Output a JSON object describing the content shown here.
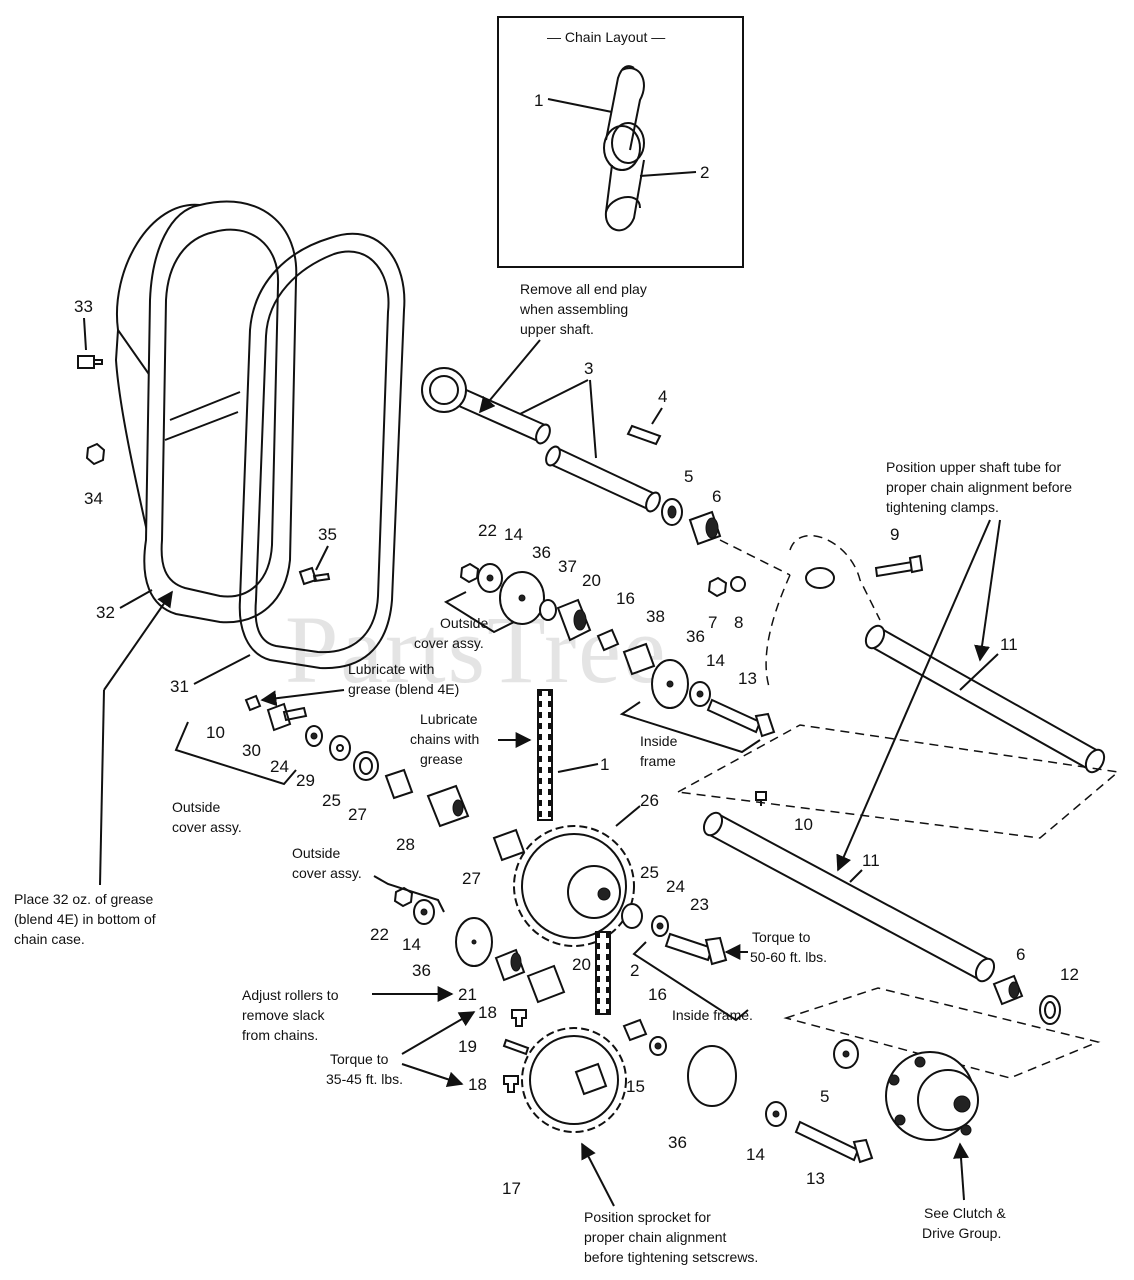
{
  "watermark": "PartsTree",
  "inset": {
    "title": "— Chain Layout —",
    "labels": [
      "1",
      "2"
    ]
  },
  "callouts": {
    "c33": "33",
    "c34": "34",
    "c32": "32",
    "c31": "31",
    "c35": "35",
    "c3": "3",
    "c4": "4",
    "c5a": "5",
    "c6a": "6",
    "c9": "9",
    "c7": "7",
    "c8": "8",
    "c11a": "11",
    "c11b": "11",
    "c22a": "22",
    "c14a": "14",
    "c36a": "36",
    "c37": "37",
    "c20a": "20",
    "c16a": "16",
    "c38": "38",
    "c36b": "36",
    "c14b": "14",
    "c13a": "13",
    "c10a": "10",
    "c30": "30",
    "c24a": "24",
    "c29": "29",
    "c25a": "25",
    "c27a": "27",
    "c28": "28",
    "c1": "1",
    "c26": "26",
    "c10b": "10",
    "c27b": "27",
    "c25b": "25",
    "c24b": "24",
    "c23": "23",
    "c22b": "22",
    "c14c": "14",
    "c36c": "36",
    "c21": "21",
    "c20b": "20",
    "c2": "2",
    "c6b": "6",
    "c12": "12",
    "c18a": "18",
    "c19": "19",
    "c18b": "18",
    "c16b": "16",
    "c15": "15",
    "c5b": "5",
    "c36d": "36",
    "c14d": "14",
    "c13b": "13",
    "c17": "17"
  },
  "notes": {
    "endplay": [
      "Remove all end play",
      "when assembling",
      "upper shaft."
    ],
    "position_tube": [
      "Position upper shaft tube for",
      "proper chain alignment before",
      "tightening clamps."
    ],
    "outside_cover_1": [
      "Outside",
      "cover assy."
    ],
    "inside_frame_1": [
      "Inside",
      "frame"
    ],
    "lubricate_grease": [
      "Lubricate with",
      "grease (blend 4E)"
    ],
    "lubricate_chains": [
      "Lubricate",
      "chains with",
      "grease"
    ],
    "outside_cover_2": [
      "Outside",
      "cover assy."
    ],
    "outside_cover_3": [
      "Outside",
      "cover assy."
    ],
    "place_grease": [
      "Place 32 oz. of grease",
      "(blend 4E) in bottom of",
      "chain case."
    ],
    "torque_50": [
      "Torque to",
      "50-60 ft. lbs."
    ],
    "adjust_rollers": [
      "Adjust rollers to",
      "remove slack",
      "from chains."
    ],
    "inside_frame_2": "Inside frame.",
    "torque_35": [
      "Torque to",
      "35-45 ft. lbs."
    ],
    "position_sprocket": [
      "Position sprocket for",
      "proper chain alignment",
      "before tightening setscrews."
    ],
    "clutch": [
      "See Clutch &",
      "Drive Group."
    ]
  }
}
